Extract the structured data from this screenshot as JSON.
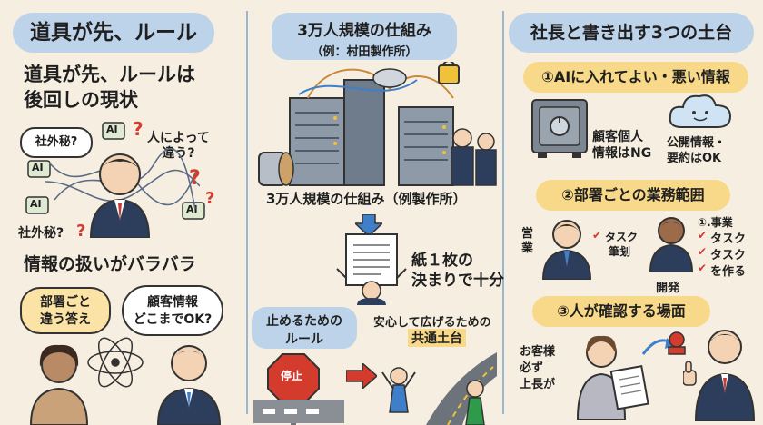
{
  "left": {
    "header": "道具が先、ルール",
    "title_line1": "道具が先、ルールは",
    "title_line2": "後回しの現状",
    "bubble_secret": "社外秘?",
    "bubble_depends": "人によって\n違う?",
    "label_secret2": "社外秘?",
    "ai_tag": "AI",
    "footer": "情報の扱いがバラバラ",
    "bubble_dept": "部署ごと\n違う答え",
    "bubble_customer": "顧客情報\nどこまでOK?"
  },
  "middle": {
    "header_line1": "3万人規模の仕組み",
    "header_line2": "（例：村田製作所）",
    "caption": "3万人規模の仕組み（例製作所）",
    "paper_line1": "紙１枚の",
    "paper_line2": "決まりで十分",
    "stop_line1": "止めるための",
    "stop_line2": "ルール",
    "safe_line1": "安心して広げるための",
    "safe_line2": "共通土台",
    "stop_sign": "停止"
  },
  "right": {
    "header": "社長と書き出す3つの土台",
    "s1_title": "①AIに入れてよい・悪い情報",
    "s1_ng_line1": "顧客個人",
    "s1_ng_line2": "情報はNG",
    "s1_ok_line1": "公開情報・",
    "s1_ok_line2": "要約はOK",
    "s2_title": "②部署ごとの業務範囲",
    "s2_sales_line1": "営",
    "s2_sales_line2": "業",
    "s2_task1": "タスク",
    "s2_task1b": "筆刬",
    "s2_dev": "開発",
    "s2_list_title": "①.事業",
    "s2_list1": "タスク",
    "s2_list2": "タスク",
    "s2_list3": "を作る",
    "s3_title": "③人が確認する場面",
    "s3_line1": "お客様",
    "s3_line2": "必ず",
    "s3_line3": "上長が"
  },
  "colors": {
    "header_blue": "#bcd3ea",
    "header_yellow": "#f8d889",
    "background": "#f6efe1",
    "accent_red": "#d33b2c",
    "accent_blue": "#3f7fc9"
  }
}
